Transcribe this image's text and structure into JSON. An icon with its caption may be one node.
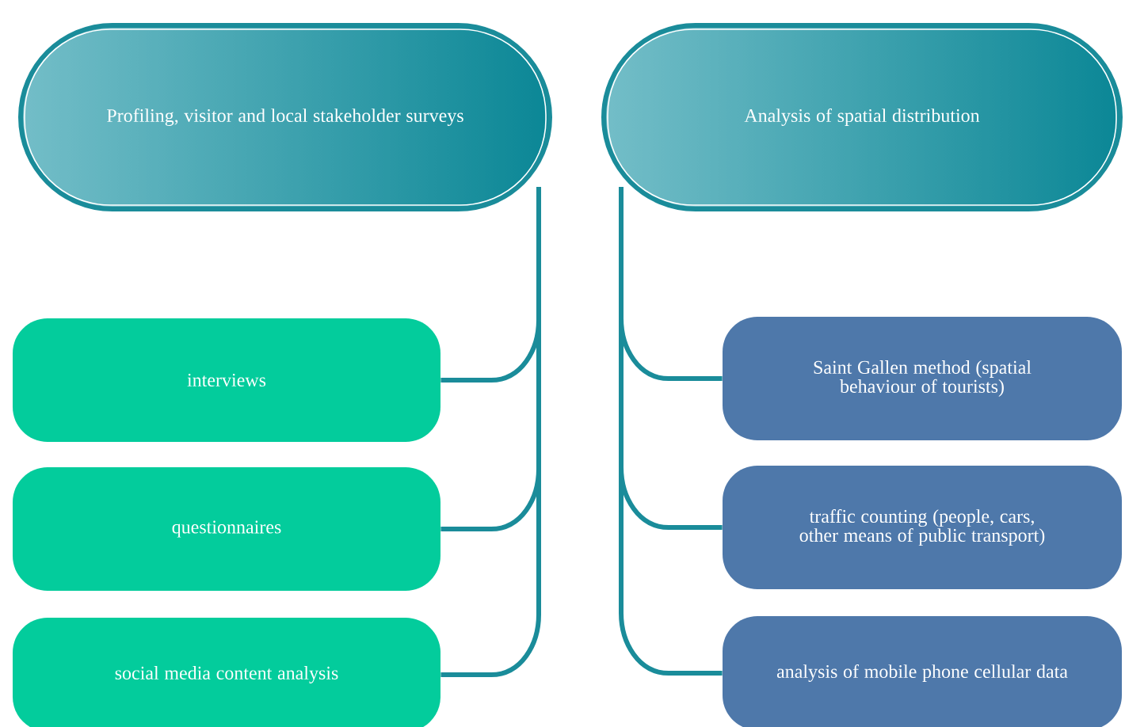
{
  "diagram": {
    "nodes": [
      {
        "text": [
          "Profiling, visitor and local stakeholder surveys"
        ]
      },
      {
        "text": [
          "Analysis of spatial distribution"
        ]
      },
      {
        "text": [
          "interviews"
        ]
      },
      {
        "text": [
          "questionnaires"
        ]
      },
      {
        "text": [
          "social media content analysis"
        ]
      },
      {
        "text": [
          "Saint Gallen method (spatial behaviour of tourists)"
        ]
      },
      {
        "text": [
          "traffic counting (people, cars, other means of public transport)"
        ]
      },
      {
        "text": [
          "analysis of mobile phone cellular data"
        ]
      }
    ],
    "edges": [
      {
        "from": 0,
        "to": 2,
        "arrow": "none"
      },
      {
        "from": 0,
        "to": 3,
        "arrow": "none"
      },
      {
        "from": 0,
        "to": 4,
        "arrow": "none"
      },
      {
        "from": 1,
        "to": 5,
        "arrow": "none"
      },
      {
        "from": 1,
        "to": 6,
        "arrow": "none"
      },
      {
        "from": 1,
        "to": 7,
        "arrow": "none"
      }
    ]
  }
}
